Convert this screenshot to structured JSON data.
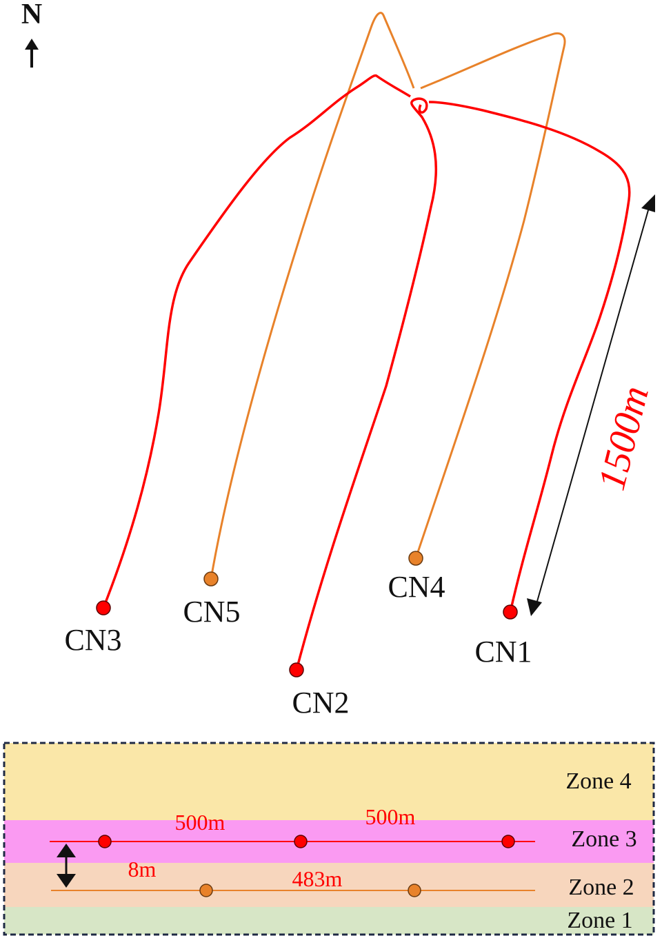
{
  "north": {
    "label": "N",
    "icon": "north-arrow-icon"
  },
  "colors": {
    "red_well": "#ff0000",
    "orange_well": "#e8822a",
    "zone4": "#fae7a8",
    "zone3": "#fa9af2",
    "zone2": "#f7d6bd",
    "zone1": "#d7e6c6",
    "frame": "#1f2a44"
  },
  "wells": [
    {
      "id": "CN1",
      "label": "CN1",
      "group": "red"
    },
    {
      "id": "CN2",
      "label": "CN2",
      "group": "red"
    },
    {
      "id": "CN3",
      "label": "CN3",
      "group": "red"
    },
    {
      "id": "CN4",
      "label": "CN4",
      "group": "orange"
    },
    {
      "id": "CN5",
      "label": "CN5",
      "group": "orange"
    }
  ],
  "length_label": "1500m",
  "section": {
    "zones": [
      {
        "name": "Zone 4"
      },
      {
        "name": "Zone 3"
      },
      {
        "name": "Zone 2"
      },
      {
        "name": "Zone 1"
      }
    ],
    "spacing_labels": {
      "upper_left": "500m",
      "upper_right": "500m",
      "vertical": "8m",
      "lower": "483m"
    }
  }
}
